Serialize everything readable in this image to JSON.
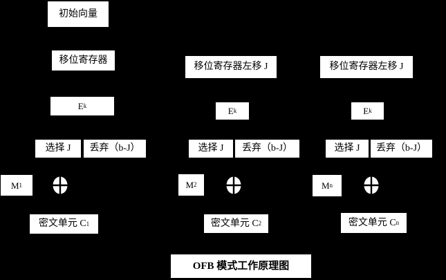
{
  "title": "OFB 模式工作原理图",
  "iv": "初始向量",
  "colors": {
    "background": "#000000",
    "box_fill": "#ffffff",
    "text": "#000000"
  },
  "icons": {
    "xor": "circle-plus-cross"
  },
  "columns": [
    {
      "shift": "移位寄存器",
      "e_base": "E",
      "e_sub": "k",
      "select": "选择 J",
      "discard": "丢弃（b-J）",
      "m_base": "M",
      "m_sub": "1",
      "cipher_base": "密文单元 C",
      "cipher_sub": "1"
    },
    {
      "shift": "移位寄存器左移 J",
      "e_base": "E",
      "e_sub": "k",
      "select": "选择 J",
      "discard": "丢弃（b-J）",
      "m_base": "M",
      "m_sub": "2",
      "cipher_base": "密文单元 C",
      "cipher_sub": "2"
    },
    {
      "shift": "移位寄存器左移 J",
      "e_base": "E",
      "e_sub": "k",
      "select": "选择 J",
      "discard": "丢弃（b-J）",
      "m_base": "M",
      "m_sub": "n",
      "cipher_base": "密文单元 C",
      "cipher_sub": "n"
    }
  ]
}
